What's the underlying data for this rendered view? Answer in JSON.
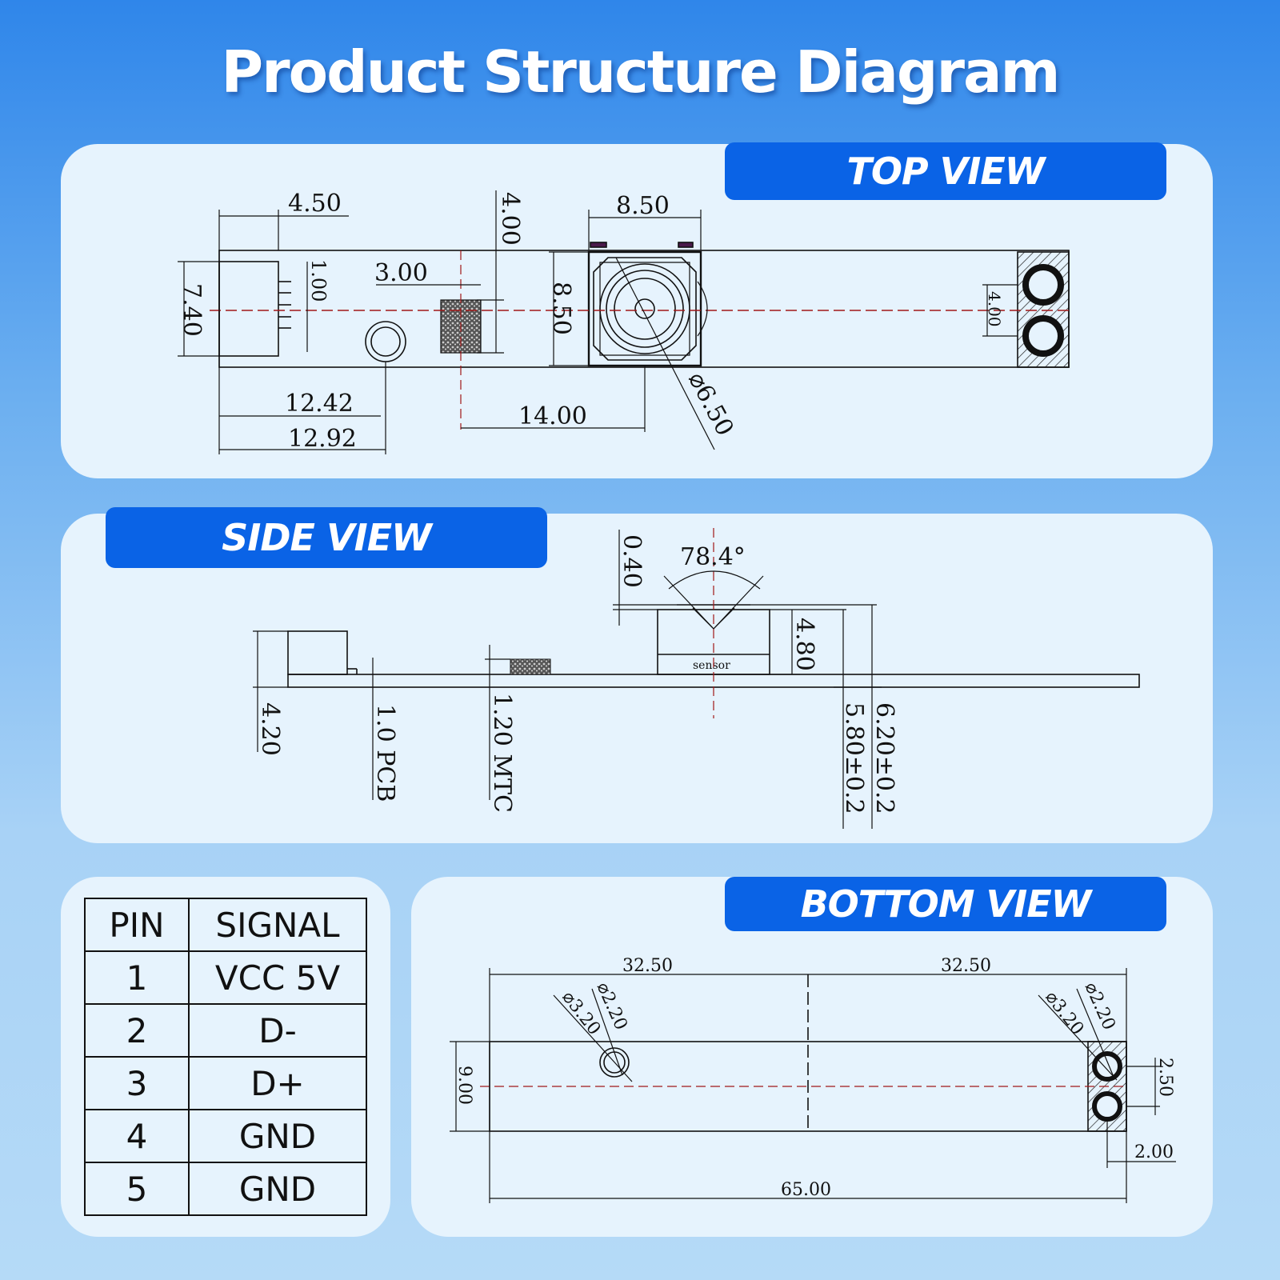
{
  "title": "Product Structure Diagram",
  "views": {
    "top": {
      "label": "TOP VIEW",
      "dimensions": {
        "d450": "4.50",
        "d400_v": "4.00",
        "d850_w": "8.50",
        "d300": "3.00",
        "d740": "7.40",
        "d100": "1.00",
        "d850_h": "8.50",
        "d400_holes": "4.00",
        "d1242": "12.42",
        "d1292": "12.92",
        "d1400": "14.00",
        "d650": "⌀6.50"
      }
    },
    "side": {
      "label": "SIDE VIEW",
      "dimensions": {
        "d040": "0.40",
        "angle": "78.4°",
        "d480": "4.80",
        "d420": "4.20",
        "pcb": "1.0 PCB",
        "mtc": "1.20 MTC",
        "d580": "5.80±0.2",
        "d620": "6.20±0.2",
        "sensor": "sensor"
      }
    },
    "bottom": {
      "label": "BOTTOM VIEW",
      "dimensions": {
        "half_left": "32.50",
        "half_right": "32.50",
        "hole_outer_left": "⌀3.20",
        "hole_inner_left": "⌀2.20",
        "hole_outer_right": "⌀3.20",
        "hole_inner_right": "⌀2.20",
        "height": "9.00",
        "pitch": "2.50",
        "edge": "2.00",
        "length": "65.00"
      }
    }
  },
  "pin_table": {
    "headers": [
      "PIN",
      "SIGNAL"
    ],
    "rows": [
      {
        "pin": "1",
        "signal": "VCC 5V"
      },
      {
        "pin": "2",
        "signal": "D-"
      },
      {
        "pin": "3",
        "signal": "D+"
      },
      {
        "pin": "4",
        "signal": "GND"
      },
      {
        "pin": "5",
        "signal": "GND"
      }
    ]
  },
  "colors": {
    "tab": "#0a63e6",
    "panel": "#e6f3fd",
    "centerline": "#a01818",
    "line": "#111111"
  }
}
